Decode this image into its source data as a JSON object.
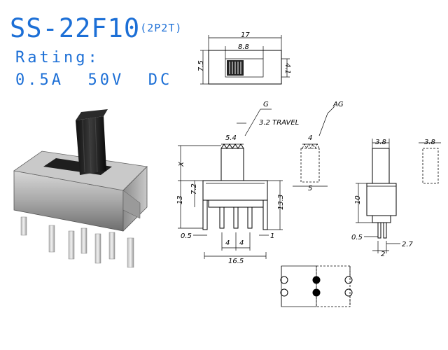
{
  "product": {
    "model": "SS-22F10",
    "variant": "(2P2T)",
    "rating_label": "Rating:",
    "rating_value": "0.5A  50V  DC"
  },
  "dimensions": {
    "top_width": "17",
    "top_slot": "8.8",
    "top_height": "7.5",
    "top_depth": "4.1",
    "g_label": "G",
    "travel": "3.2 TRAVEL",
    "actuator_width": "5.4",
    "ag_label": "AG",
    "ag_width": "4",
    "ag_base": "5",
    "height_x": "X",
    "body_height": "13",
    "shell_height": "7.2",
    "total_height": "13.3",
    "pin_dia": "0.5",
    "pitch_1": "4",
    "pitch_2": "4",
    "pin_offset": "1",
    "length": "16.5",
    "side_act_width": "3.8",
    "side_act_width_2": "3.8",
    "side_height": "10",
    "side_pin": "0.5",
    "side_spacing": "2",
    "side_offset": "2.7"
  },
  "colors": {
    "title": "#1c6fd6",
    "line": "#000000"
  }
}
